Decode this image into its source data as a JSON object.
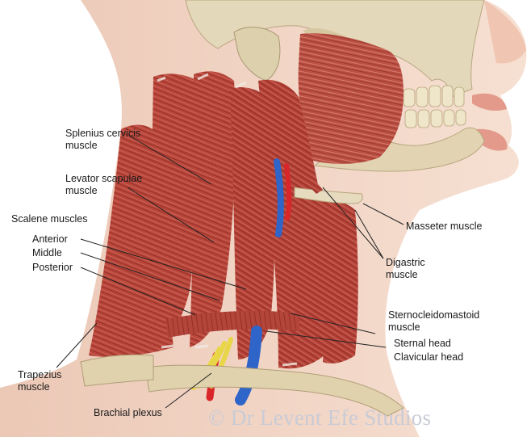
{
  "labels": {
    "splenius_cervicis": [
      "Splenius cervicis",
      "muscle"
    ],
    "levator_scapulae": [
      "Levator scapulae",
      "muscle"
    ],
    "scalene_muscles": "Scalene muscles",
    "anterior": "Anterior",
    "middle": "Middle",
    "posterior": "Posterior",
    "trapezius": [
      "Trapezius",
      "muscle"
    ],
    "brachial_plexus": "Brachial plexus",
    "masseter": "Masseter muscle",
    "digastric": [
      "Digastric",
      "muscle"
    ],
    "sternocleidomastoid": [
      "Sternocleidomastoid",
      "muscle"
    ],
    "sternal_head": "Sternal head",
    "clavicular_head": "Clavicular head"
  },
  "watermark": "© Dr Levent Efe Studios",
  "colors": {
    "muscle": "#b8443a",
    "muscle_dark": "#8e2a22",
    "skin": "#f2d6c6",
    "bone": "#e3d7b8",
    "vein": "#2f64c8",
    "artery": "#d9262b",
    "nerve": "#e8d648",
    "leader_line": "#222222"
  }
}
